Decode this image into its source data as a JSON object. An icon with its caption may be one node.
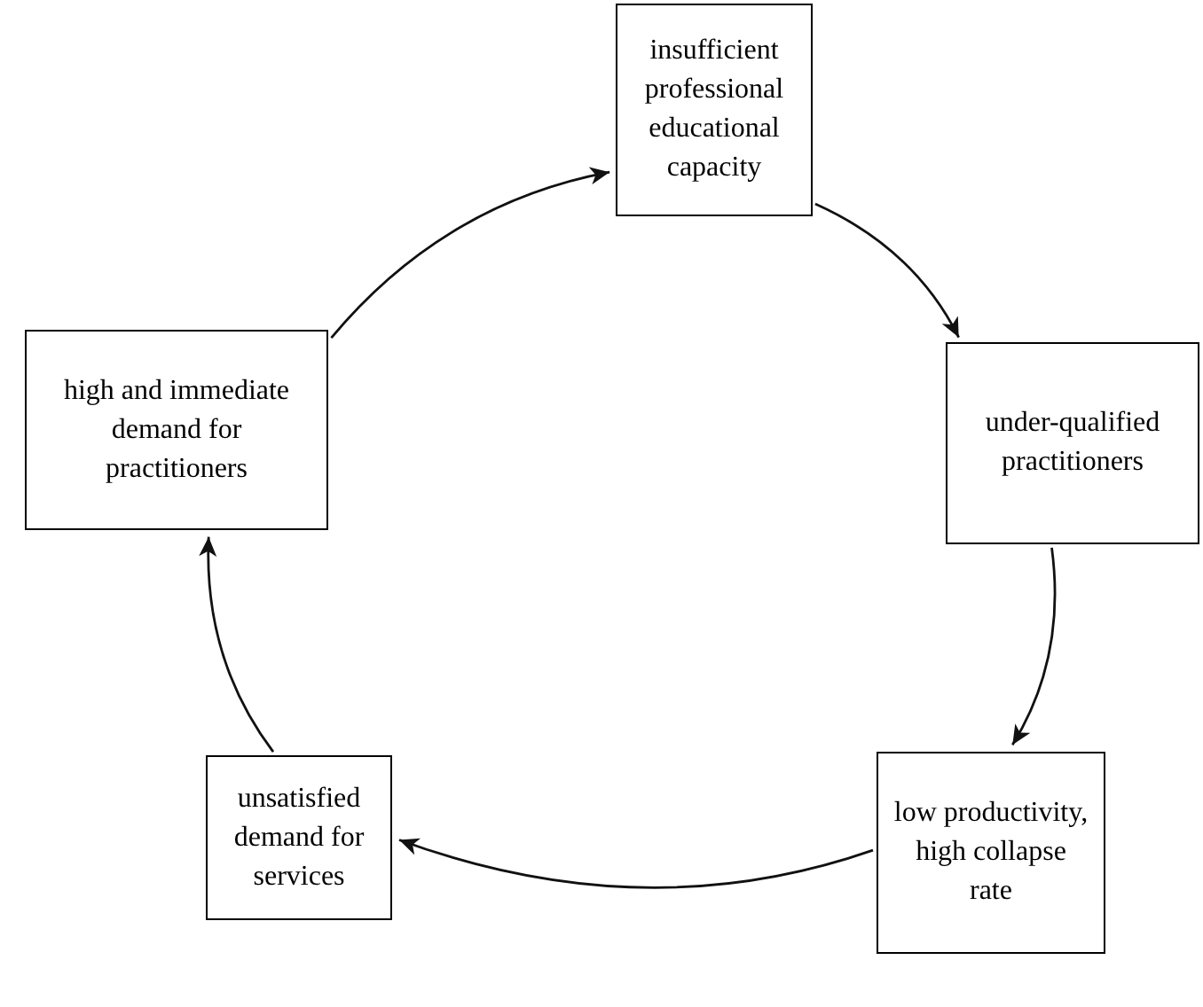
{
  "diagram": {
    "nodes": [
      {
        "text": [
          "insufficient professional educational capacity"
        ]
      },
      {
        "text": [
          "under-qualified practitioners"
        ]
      },
      {
        "text": [
          "low productivity, high collapse rate"
        ]
      },
      {
        "text": [
          "unsatisfied demand for services"
        ]
      },
      {
        "text": [
          "high and immediate demand for practitioners"
        ]
      }
    ],
    "edges": [
      {
        "from": 0,
        "to": 1,
        "arrow": "to"
      },
      {
        "from": 1,
        "to": 2,
        "arrow": "to"
      },
      {
        "from": 2,
        "to": 3,
        "arrow": "to"
      },
      {
        "from": 3,
        "to": 4,
        "arrow": "to"
      },
      {
        "from": 4,
        "to": 0,
        "arrow": "to"
      }
    ]
  }
}
